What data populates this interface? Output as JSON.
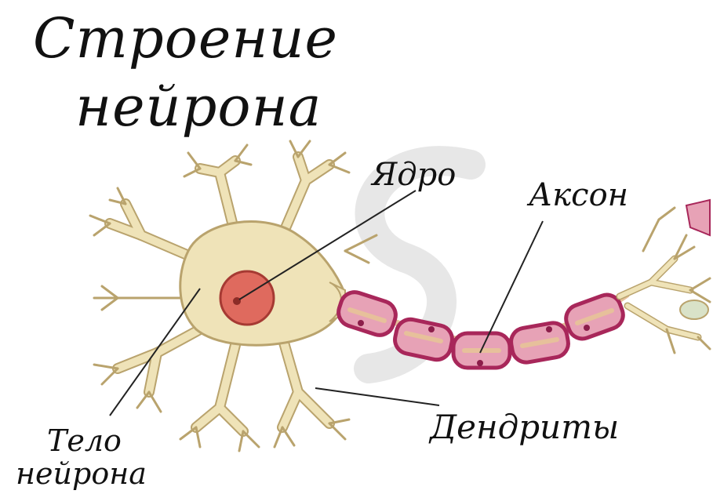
{
  "title": {
    "line1": "Строение",
    "line2": "нейрона"
  },
  "labels": {
    "nucleus": "Ядро",
    "axon": "Аксон",
    "dendrites": "Дендриты",
    "cell_body_line1": "Тело",
    "cell_body_line2": "нейрона"
  },
  "colors": {
    "cytoplasm": "#efe3b8",
    "cytoplasm_outline": "#b9a36d",
    "nucleus": "#df6a5e",
    "nucleus_outline": "#a63a33",
    "myelin": "#e7a2b6",
    "myelin_outline": "#a8275a",
    "axon_core": "#e7c09b",
    "terminal_tint": "#d9e2c8",
    "watermark": "#e4e4e4",
    "label_text": "#111111"
  }
}
